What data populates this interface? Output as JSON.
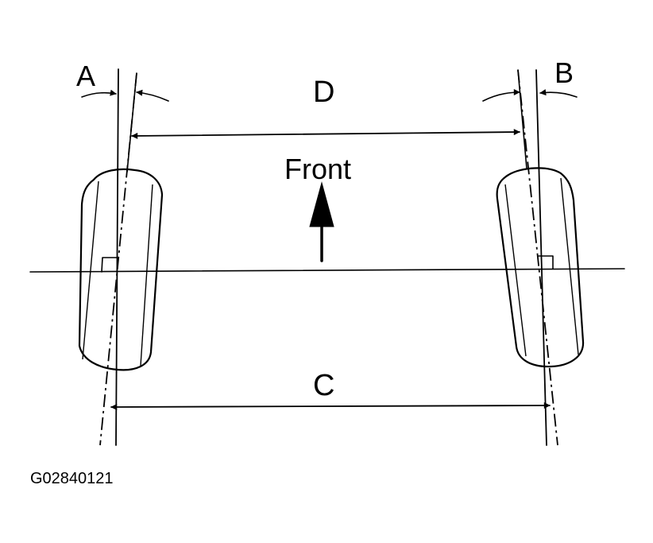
{
  "diagram": {
    "labels": {
      "a": "A",
      "b": "B",
      "c": "C",
      "d": "D",
      "front": "Front",
      "code": "G02840121"
    }
  }
}
